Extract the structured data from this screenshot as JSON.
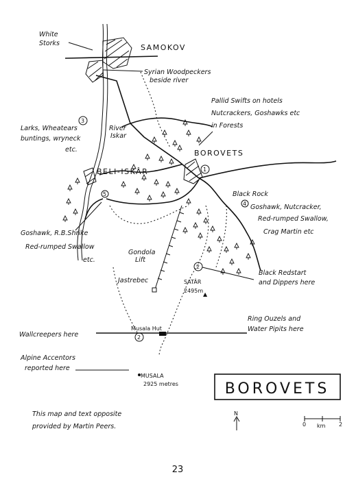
{
  "places": {
    "samokov": "SAMOKOV",
    "borovets": "BOROVETS",
    "beli_iskar": "BELI-ISKÂR",
    "jastrebec": "Jastrebec",
    "satar": "SATÂR",
    "satar_alt": "2495m",
    "musala_hut": "Musala Hut",
    "musala": "MUSALA",
    "musala_alt": "2925 metres",
    "river_1": "River",
    "river_2": "Iskar",
    "black_rock": "Black Rock",
    "gondola_1": "Gondola",
    "gondola_2": "Lift"
  },
  "notes": {
    "white_storks_1": "White",
    "white_storks_2": "Storks",
    "syrian_1": "Syrian Woodpeckers",
    "syrian_2": "beside river",
    "pallid_1": "Pallid Swifts on hotels",
    "pallid_2": "Nutcrackers, Goshawks etc",
    "pallid_3": "in Forests",
    "larks_1": "Larks, Wheatears",
    "larks_2": "buntings, wryneck",
    "larks_3": "etc.",
    "goshawk_left_1": "Goshawk, R.B.Shrike",
    "goshawk_left_2": "Red-rumped Swallow",
    "goshawk_left_3": "etc.",
    "goshawk_right_1": "Goshawk, Nutcracker,",
    "goshawk_right_2": "Red-rumped Swallow,",
    "goshawk_right_3": "Crag Martin etc",
    "redstart_1": "Black Redstart",
    "redstart_2": "and Dippers here",
    "ouzels_1": "Ring Ouzels and",
    "ouzels_2": "Water Pipits here",
    "wallcreepers": "Wallcreepers here",
    "accentors_1": "Alpine Accentors",
    "accentors_2": "reported here"
  },
  "markers": {
    "m1": "1",
    "m2a": "2",
    "m2b": "2",
    "m3": "3",
    "m4": "4",
    "m5": "5"
  },
  "title_box": "BOROVETS",
  "credit_1": "This map and text opposite",
  "credit_2": "provided by Martin Peers.",
  "north": "N",
  "scale": {
    "zero": "0",
    "unit": "km",
    "two": "2"
  },
  "page_number": "23"
}
